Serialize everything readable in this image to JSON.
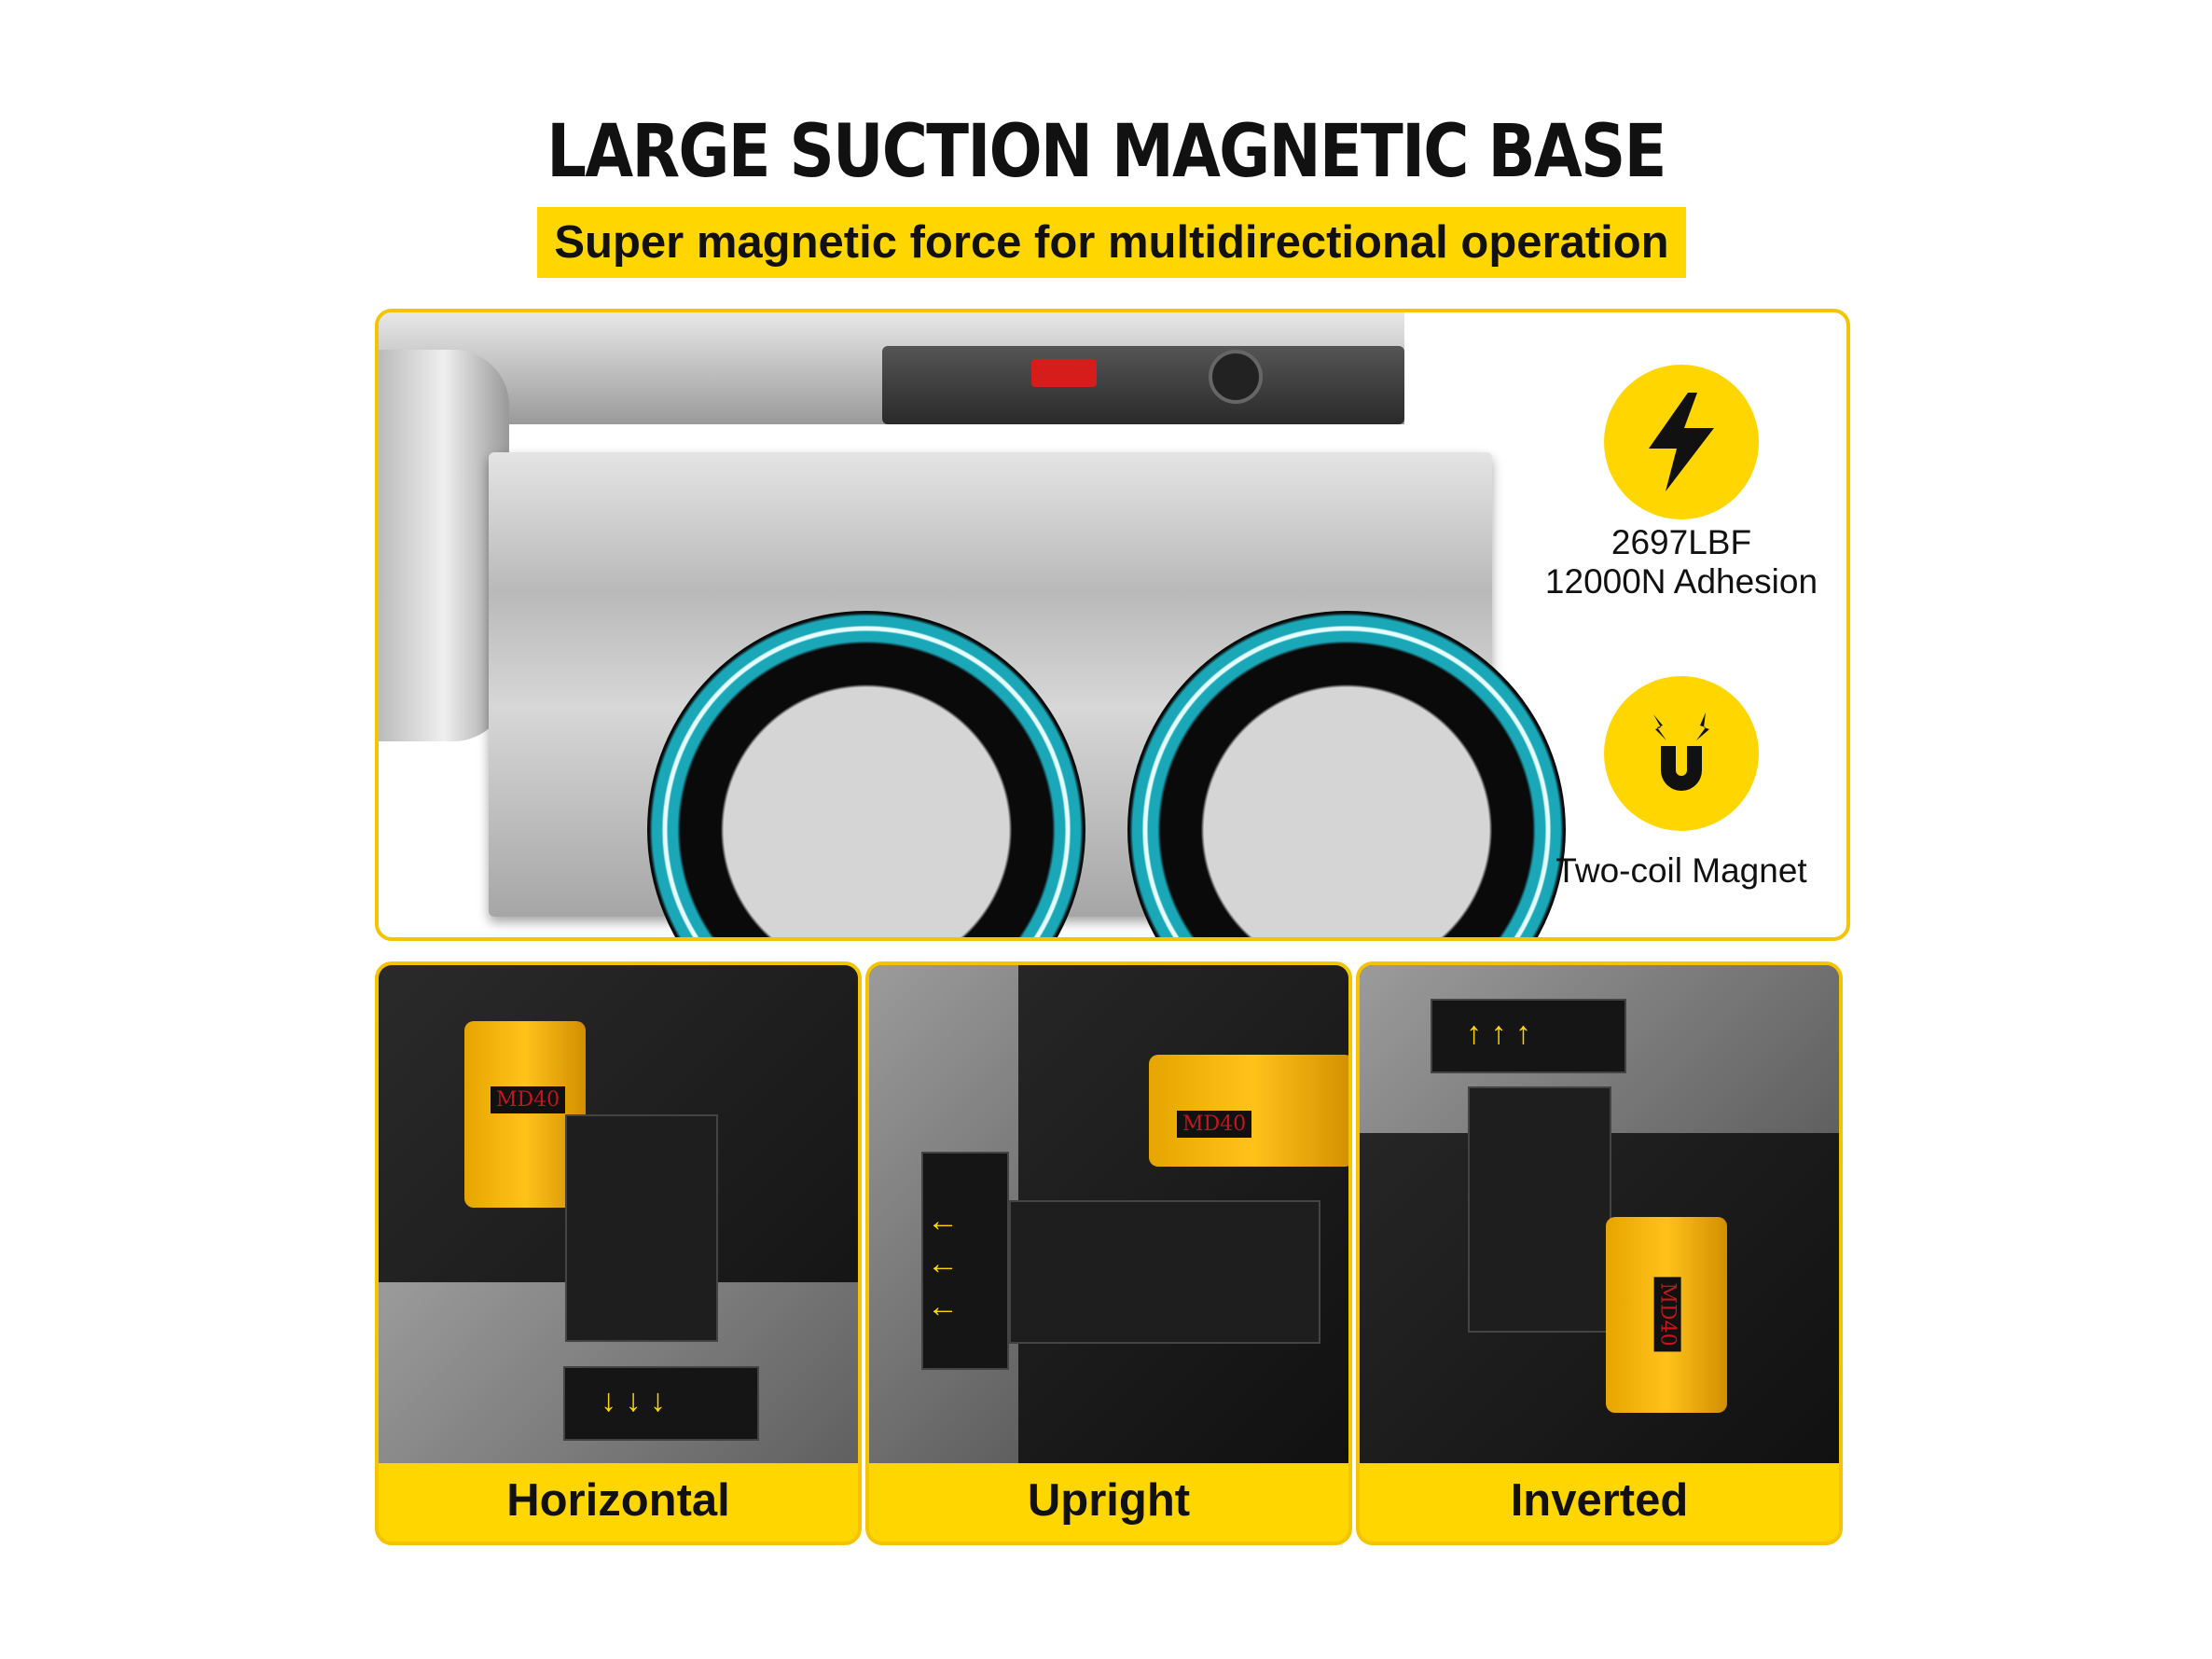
{
  "header": {
    "title": "LARGE SUCTION MAGNETIC BASE",
    "subtitle": "Super magnetic force for multidirectional operation"
  },
  "features": [
    {
      "icon": "lightning-bolt-icon",
      "line1": "2697LBF",
      "line2": "12000N Adhesion"
    },
    {
      "icon": "horseshoe-magnet-icon",
      "line1": "Two-coil Magnet"
    }
  ],
  "orientations": [
    {
      "label": "Horizontal",
      "drill_text": "MD40",
      "arrow_direction": "down"
    },
    {
      "label": "Upright",
      "drill_text": "MD40",
      "arrow_direction": "left"
    },
    {
      "label": "Inverted",
      "drill_text": "MD40",
      "arrow_direction": "up"
    }
  ],
  "colors": {
    "accent": "#FFD600",
    "coil": "#1AA7B8"
  }
}
